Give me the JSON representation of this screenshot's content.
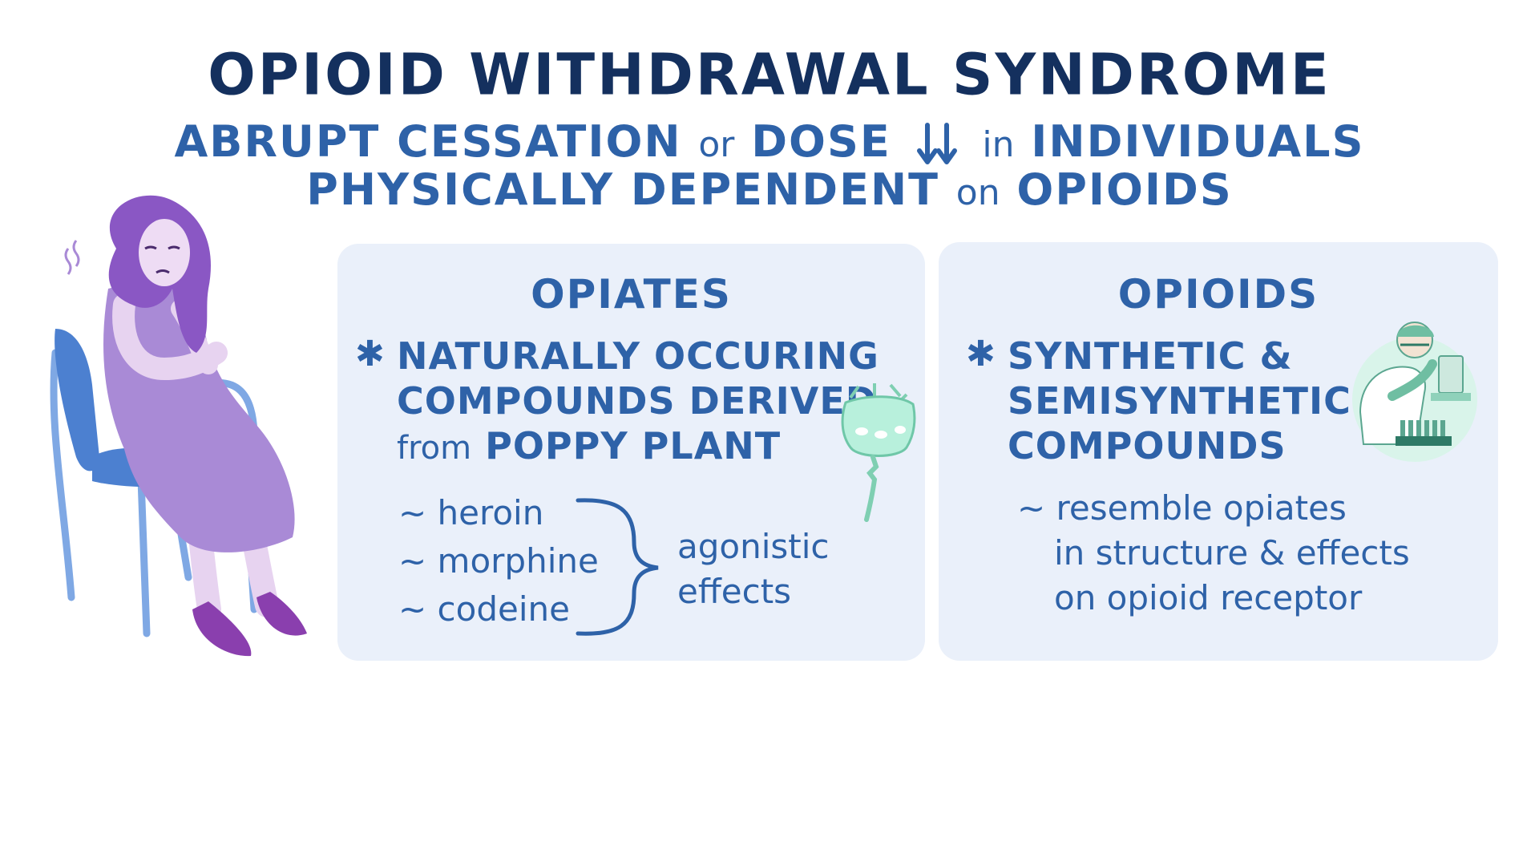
{
  "header": {
    "title": "OPIOID WITHDRAWAL SYNDROME",
    "line1_a": "ABRUPT CESSATION",
    "line1_or": "or",
    "line1_b": "DOSE",
    "line1_in": "in",
    "line1_c": "INDIVIDUALS",
    "line2_a": "PHYSICALLY DEPENDENT",
    "line2_on": "on",
    "line2_b": "OPIOIDS"
  },
  "opiates": {
    "title": "OPIATES",
    "bullet_line1": "NATURALLY OCCURING",
    "bullet_line2": "COMPOUNDS DERIVED",
    "bullet_line3_small": "from",
    "bullet_line3": "POPPY PLANT",
    "examples": [
      "~ heroin",
      "~ morphine",
      "~ codeine"
    ],
    "effect_line1": "agonistic",
    "effect_line2": "effects"
  },
  "opioids": {
    "title": "OPIOIDS",
    "bullet_line1": "SYNTHETIC &",
    "bullet_line2": "SEMISYNTHETIC",
    "bullet_line3": "COMPOUNDS",
    "note_line1": "~ resemble opiates",
    "note_line2": "in structure & effects",
    "note_line3": "on opioid receptor"
  },
  "icons": {
    "bullet": "asterisk-icon",
    "arrows": "double-down-arrow-icon",
    "person": "distressed-woman-illustration",
    "poppy": "poppy-pod-illustration",
    "scientist": "scientist-microscope-illustration"
  },
  "colors": {
    "title": "#14305e",
    "text": "#2e62a8",
    "card": "#eaf0fa",
    "dress": "#a98ad6",
    "hair": "#8a57c4",
    "chair": "#4c80d0",
    "poppy": "#b8f0dc"
  }
}
